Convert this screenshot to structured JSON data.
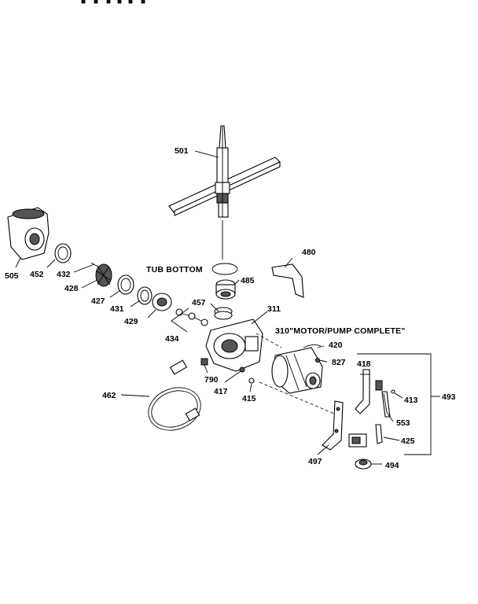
{
  "labels": {
    "p501": "501",
    "p505": "505",
    "p452": "452",
    "p432": "432",
    "p428": "428",
    "p427": "427",
    "p431": "431",
    "p429": "429",
    "p434": "434",
    "p480": "480",
    "p485": "485",
    "p457": "457",
    "p311": "311",
    "p420": "420",
    "p827": "827",
    "p418": "418",
    "p413": "413",
    "p493": "493",
    "p553": "553",
    "p425": "425",
    "p494": "494",
    "p497": "497",
    "p462": "462",
    "p790": "790",
    "p417": "417",
    "p415": "415"
  },
  "captions": {
    "tub_bottom": "TUB BOTTOM",
    "motor_pump": "310\"MOTOR/PUMP COMPLETE\""
  }
}
